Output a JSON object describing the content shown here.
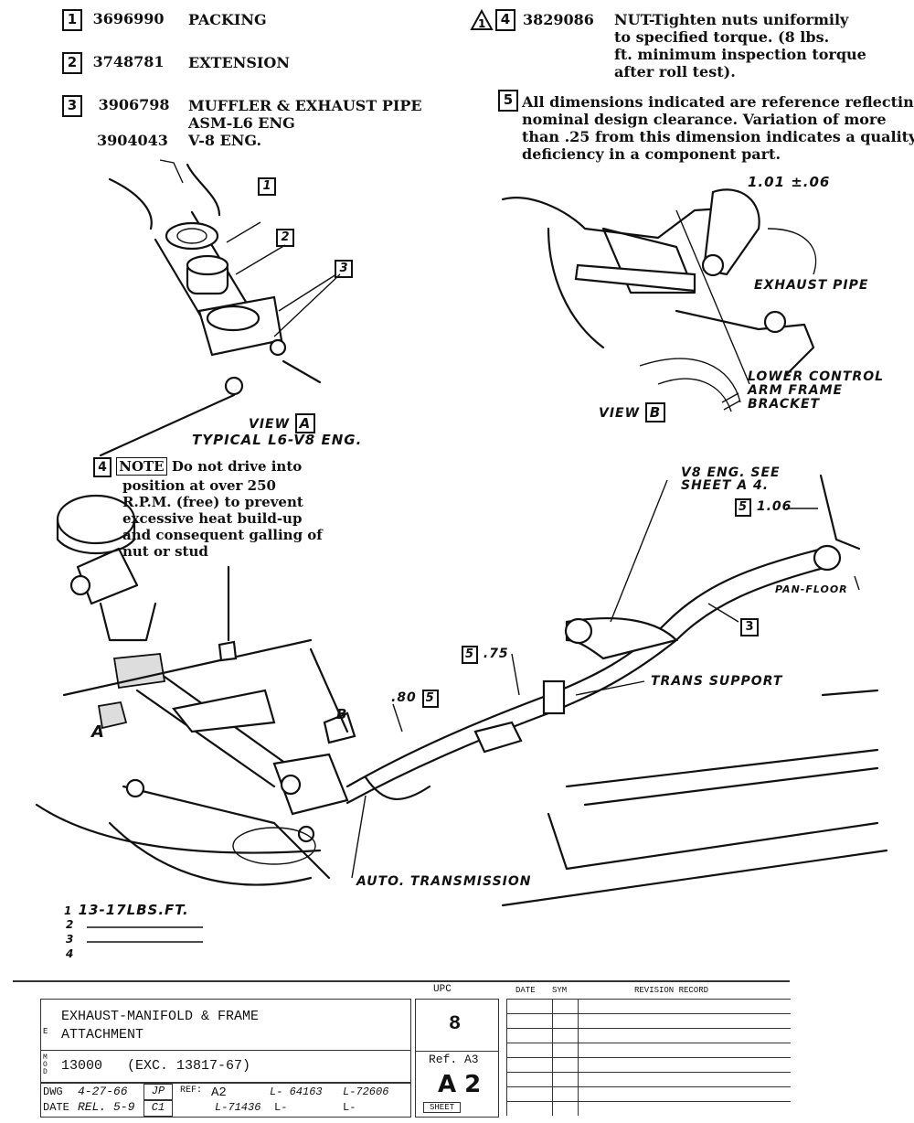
{
  "parts": [
    {
      "num": "1",
      "pn": "3696990",
      "desc": "PACKING"
    },
    {
      "num": "2",
      "pn": "3748781",
      "desc": "EXTENSION"
    },
    {
      "num": "3",
      "pn": "3906798",
      "desc": "MUFFLER & EXHAUST PIPE",
      "desc2": "ASM-L6 ENG",
      "pn2": "3904043",
      "desc3": "V-8 ENG."
    }
  ],
  "note4": {
    "num": "4",
    "pn": "3829086",
    "line1": "NUT-Tighten nuts uniformily",
    "line2": "to specified torque. (8 lbs.",
    "line3": "ft. minimum inspection torque",
    "line4": "after roll test)."
  },
  "note5": {
    "num": "5",
    "line1": "All dimensions indicated are reference reflecting",
    "line2": "nominal design clearance. Variation of more",
    "line3": "than .25 from this dimension indicates a quality",
    "line4": "deficiency in a component part."
  },
  "view_a": {
    "label": "VIEW",
    "letter": "A",
    "caption": "TYPICAL L6-V8 ENG."
  },
  "view_b": {
    "label": "VIEW",
    "letter": "B",
    "dim": "1.01 ±.06",
    "exhaust": "EXHAUST PIPE",
    "lca1": "LOWER CONTROL",
    "lca2": "ARM FRAME",
    "lca3": "BRACKET"
  },
  "drive_note": {
    "num": "4",
    "tag": "NOTE",
    "line1": "Do not drive into",
    "line2": "position at over 250",
    "line3": "R.P.M. (free) to prevent",
    "line4": "excessive heat build-up",
    "line5": "and consequent galling of",
    "line6": "nut or stud"
  },
  "main_labels": {
    "v8a": "V8 ENG. SEE",
    "v8b": "SHEET A 4.",
    "d106": "1.06",
    "panfloor": "PAN-FLOOR",
    "d75": ".75",
    "trans_support": "TRANS SUPPORT",
    "d80": ".80",
    "auto_trans": "AUTO. TRANSMISSION",
    "ptA": "A",
    "ptB": "B",
    "c5": "5",
    "c3": "3"
  },
  "torque": {
    "t1": "1",
    "t1val": "13-17LBS.FT.",
    "t2": "2",
    "t3": "3",
    "t4": "4"
  },
  "title_block": {
    "upc_head": "UPC",
    "date_head": "DATE",
    "sym_head": "SYM",
    "rev_head": "REVISION RECORD",
    "title1": "EXHAUST-MANIFOLD & FRAME",
    "title2": "ATTACHMENT",
    "side1": "E",
    "side2": "MOD",
    "model": "13000   (EXC. 13817-67)",
    "upc": "8",
    "ref_label": "Ref. A3",
    "sheet": "A 2",
    "sheet_label": "SHEET",
    "dwg_label": "DWG",
    "dwg_date": "4-27-66",
    "dwg_by": "JP",
    "date_label": "DATE",
    "date_val": "REL. 5-9",
    "date_by": "C1",
    "ref2": "REF:",
    "ref2_val": "A2",
    "l1": "L- 64163",
    "l2": "L-72606",
    "l3": "L-71436",
    "l4": "L-",
    "l5": "L-"
  }
}
